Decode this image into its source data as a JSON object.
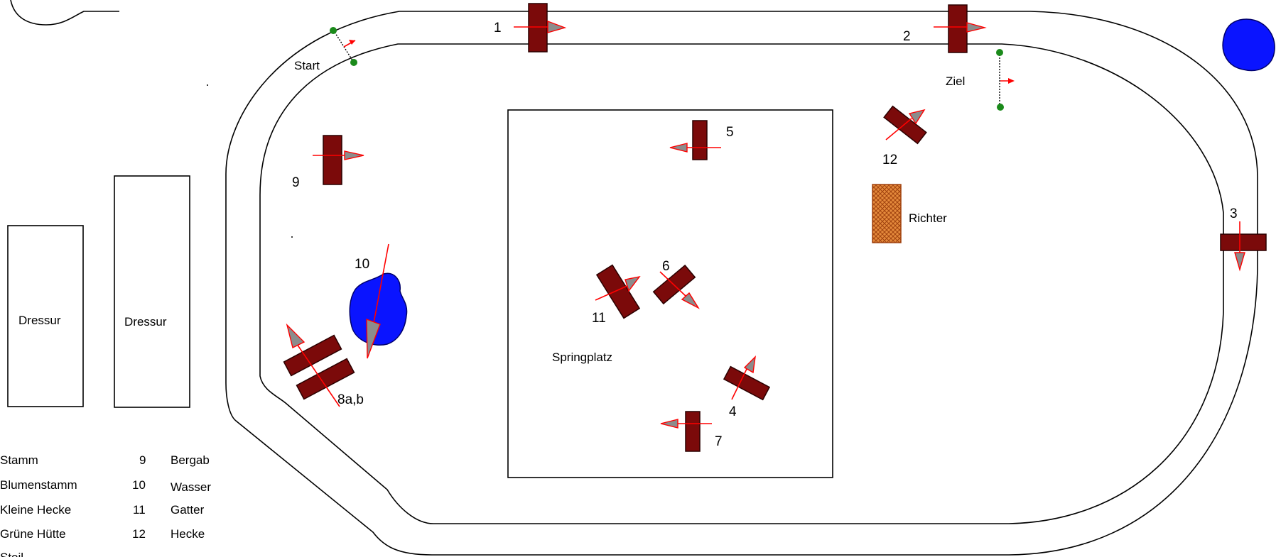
{
  "labels": {
    "start": "Start",
    "finish": "Ziel",
    "judge": "Richter",
    "jumping_arena": "Springplatz",
    "dressage_1": "Dressur",
    "dressage_2": "Dressur"
  },
  "obstacles": {
    "o1": "1",
    "o2": "2",
    "o3": "3",
    "o4": "4",
    "o5": "5",
    "o6": "6",
    "o7": "7",
    "o8": "8a,b",
    "o9": "9",
    "o10": "10",
    "o11": "11",
    "o12": "12"
  },
  "legend": {
    "left": [
      {
        "name": "Stamm"
      },
      {
        "name": "Blumenstamm"
      },
      {
        "name": "Kleine Hecke"
      },
      {
        "name": "Grüne Hütte"
      },
      {
        "name": "Steil..."
      }
    ],
    "right": [
      {
        "num": "9",
        "name": "Bergab"
      },
      {
        "num": "10",
        "name": "Wasser"
      },
      {
        "num": "11",
        "name": "Gatter"
      },
      {
        "num": "12",
        "name": "Hecke"
      }
    ]
  },
  "colors": {
    "obstacle": "#7b0a0a",
    "water": "#0a14ff",
    "arrow": "#ff0000",
    "flag": "#1a8a1a",
    "judge_box": "#d9732a"
  }
}
